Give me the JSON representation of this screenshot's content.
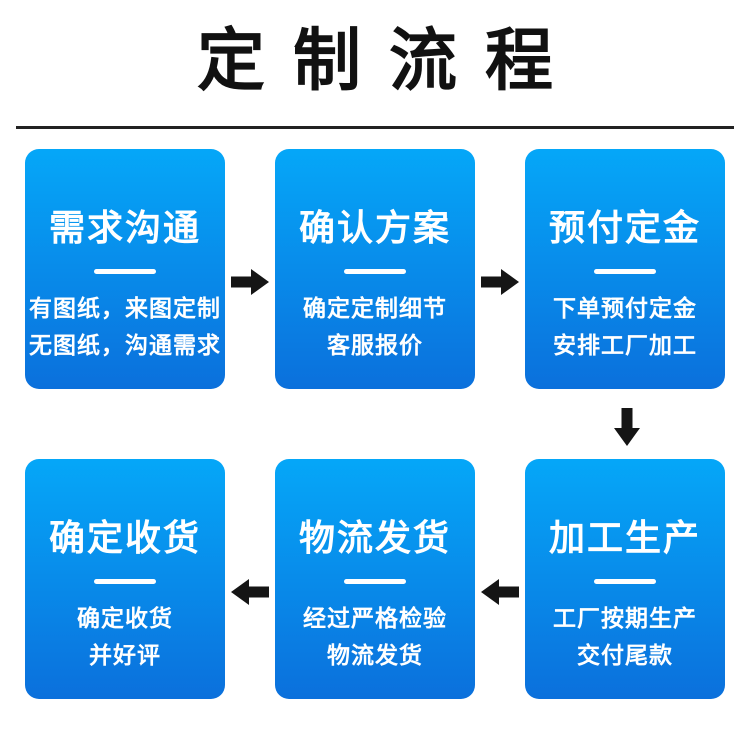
{
  "page": {
    "title": "定制流程"
  },
  "colors": {
    "box_gradient_top": "#05A7F8",
    "box_gradient_bottom": "#0B70DC",
    "arrow": "#151515",
    "step_text": "#FFFFFF",
    "title_text": "#111111",
    "rule": "#222222"
  },
  "steps": [
    {
      "title": "需求沟通",
      "lines": [
        "有图纸，来图定制",
        "无图纸，沟通需求"
      ]
    },
    {
      "title": "确认方案",
      "lines": [
        "确定定制细节",
        "客服报价"
      ]
    },
    {
      "title": "预付定金",
      "lines": [
        "下单预付定金",
        "安排工厂加工"
      ]
    },
    {
      "title": "加工生产",
      "lines": [
        "工厂按期生产",
        "交付尾款"
      ]
    },
    {
      "title": "物流发货",
      "lines": [
        "经过严格检验",
        "物流发货"
      ]
    },
    {
      "title": "确定收货",
      "lines": [
        "确定收货",
        "并好评"
      ]
    }
  ],
  "arrows": {
    "top_row_direction": "right",
    "connector_direction": "down",
    "bottom_row_direction": "left",
    "color": "#151515"
  }
}
